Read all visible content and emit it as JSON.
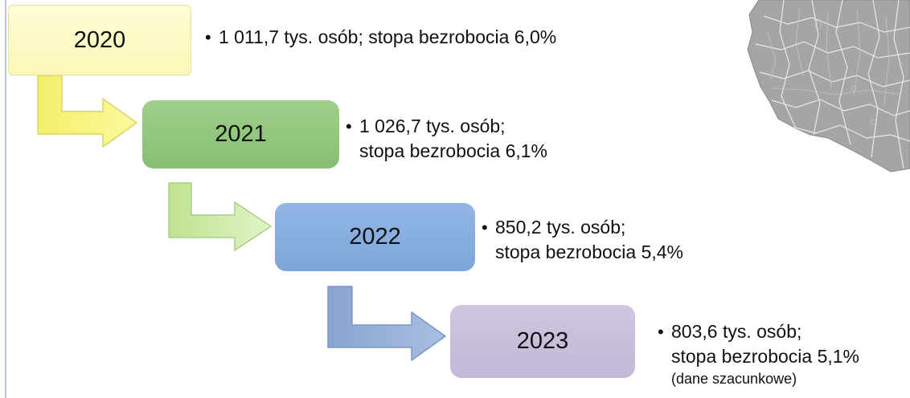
{
  "steps": [
    {
      "year": "2020",
      "line1": "1 011,7 tys. osób;  stopa bezrobocia 6,0%",
      "line2": "",
      "note": ""
    },
    {
      "year": "2021",
      "line1": "1 026,7 tys. osób;",
      "line2": "stopa bezrobocia 6,1%",
      "note": ""
    },
    {
      "year": "2022",
      "line1": "850,2 tys. osób;",
      "line2": "stopa bezrobocia 5,4%",
      "note": ""
    },
    {
      "year": "2023",
      "line1": "803,6 tys. osób;",
      "line2": "stopa bezrobocia 5,1%",
      "note": "(dane szacunkowe)"
    }
  ],
  "bullet_glyph": "•",
  "colors": {
    "box_2020": "#fbf7b8",
    "box_2021": "#8cc577",
    "box_2022": "#85abdd",
    "box_2023": "#c6bcd9",
    "arrow_1": "#f5f27a",
    "arrow_2": "#c5e59c",
    "arrow_3": "#8fa9d4",
    "map_fill": "#a3a3a3"
  },
  "decor": {
    "map": "poland-counties-map",
    "arrows": [
      "elbow-arrow",
      "elbow-arrow",
      "elbow-arrow"
    ]
  }
}
